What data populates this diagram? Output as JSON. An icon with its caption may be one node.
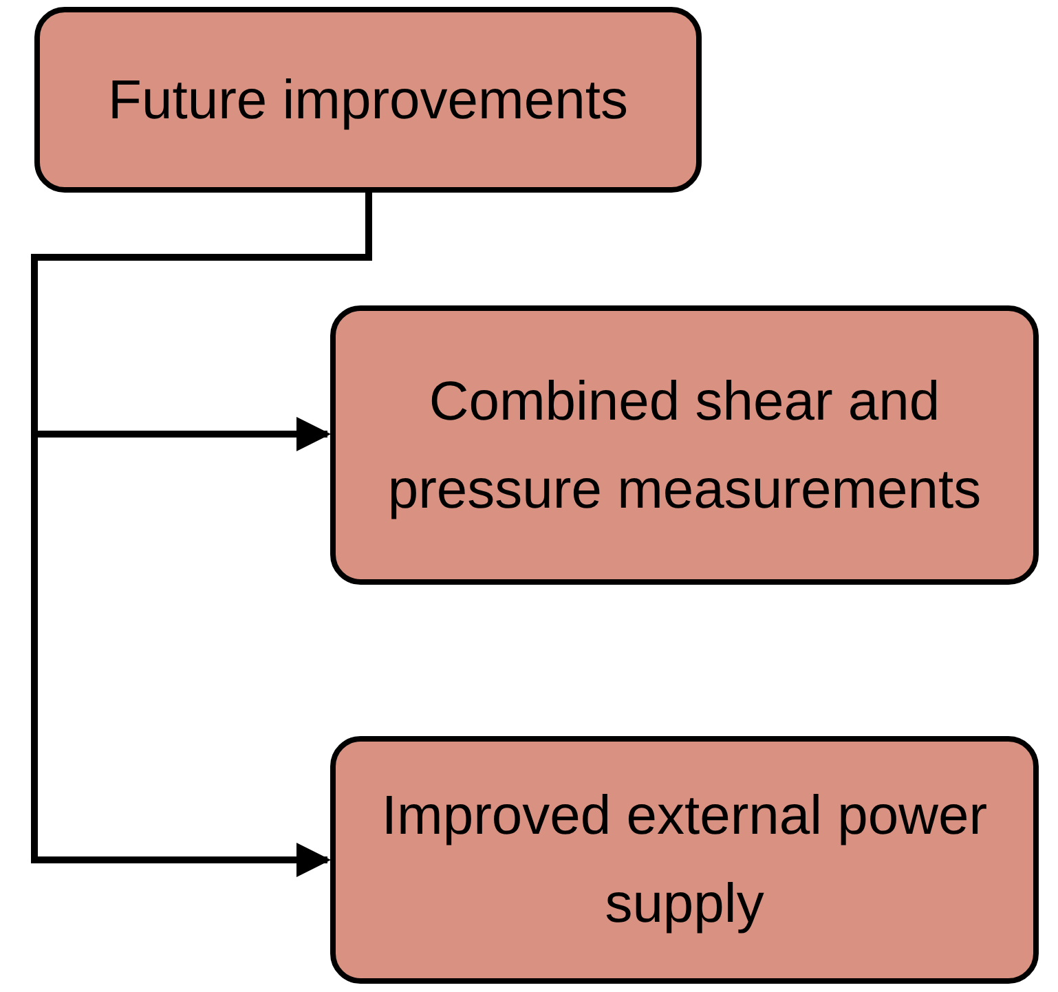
{
  "diagram": {
    "nodes": [
      {
        "text": [
          "Future improvements"
        ]
      },
      {
        "text": [
          "Combined shear and pressure measurements"
        ]
      },
      {
        "text": [
          "Improved external power supply"
        ]
      }
    ],
    "edges": [
      {
        "from": 0,
        "to": 1,
        "arrow": "to"
      },
      {
        "from": 0,
        "to": 2,
        "arrow": "to"
      }
    ]
  }
}
